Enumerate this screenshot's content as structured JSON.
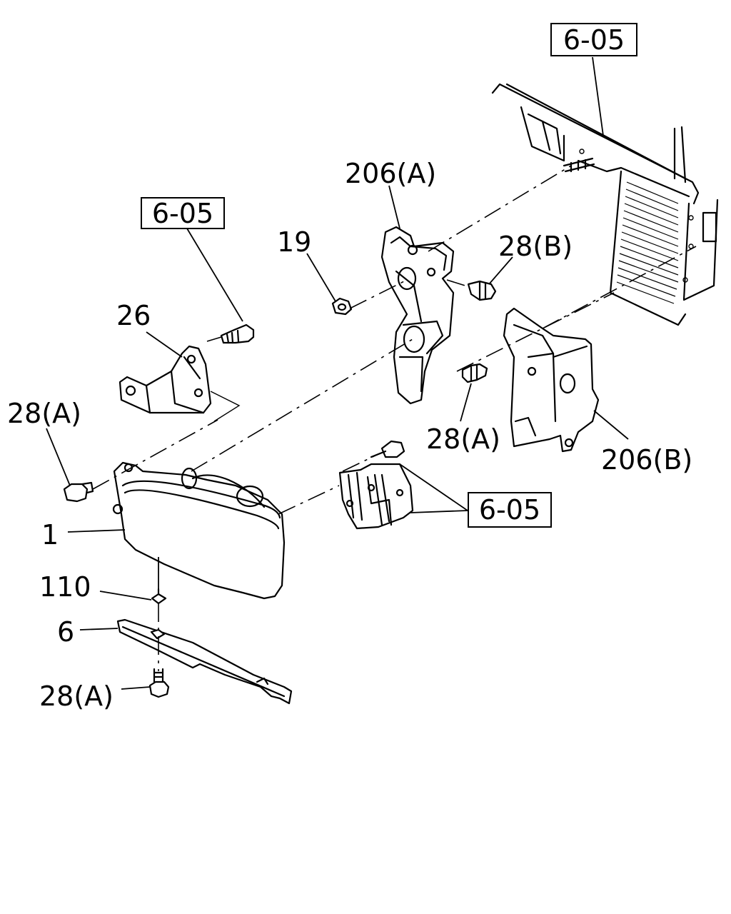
{
  "diagram": {
    "refs": [
      "6-05",
      "6-05",
      "6-05"
    ],
    "callouts": {
      "c1": "1",
      "c6": "6",
      "c19": "19",
      "c26": "26",
      "c110": "110",
      "c28a_left": "28(A)",
      "c28a_bottom": "28(A)",
      "c28a_mid": "28(A)",
      "c28b": "28(B)",
      "c206a": "206(A)",
      "c206b": "206(B)"
    }
  }
}
